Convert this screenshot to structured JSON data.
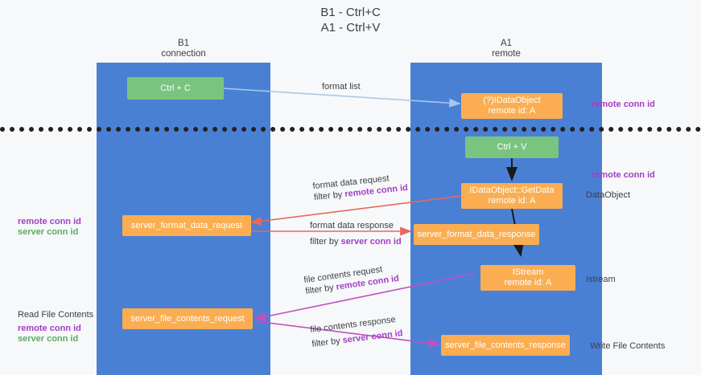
{
  "title": {
    "line1": "B1 - Ctrl+C",
    "line2": "A1 - Ctrl+V"
  },
  "columns": [
    {
      "name": "B1",
      "role": "connection"
    },
    {
      "name": "A1",
      "role": "remote"
    }
  ],
  "nodes": {
    "ctrl_c": "Ctrl + C",
    "ctrl_v": "Ctrl + V",
    "idataobject_l1": "(?)IDataObject",
    "idataobject_l2": "remote id: A",
    "getdata_l1": "IDataObject::GetData",
    "getdata_l2": "remote id: A",
    "istream_l1": "IStream",
    "istream_l2": "remote id: A",
    "server_format_data_request": "server_format_data_request",
    "server_format_data_response": "server_format_data_response",
    "server_file_contents_request": "server_file_contents_request",
    "server_file_contents_response": "server_file_contents_response"
  },
  "edge_labels": {
    "format_list": "format list",
    "format_data_request": "format data request",
    "format_data_request_filter_prefix": "filter by ",
    "format_data_request_filter_key": "remote conn id",
    "format_data_response": "format data response",
    "format_data_response_filter_prefix": "filter by ",
    "format_data_response_filter_key": "server conn id",
    "file_contents_request": "file contents request",
    "file_contents_request_filter_prefix": "filter by ",
    "file_contents_request_filter_key": "remote conn id",
    "file_contents_response": "file contents response",
    "file_contents_response_filter_prefix": "filter by ",
    "file_contents_response_filter_key": "server conn id"
  },
  "side_labels": {
    "right_remote_conn_id_top": "remote conn id",
    "right_remote_conn_id_mid": "remote conn id",
    "right_dataobject": "DataObject",
    "right_istream": "Istream",
    "right_write_file_contents": "Write File Contents",
    "left_remote_conn_id_mid": "remote conn id",
    "left_server_conn_id_mid": "server conn id",
    "left_read_file_contents": "Read File Contents",
    "left_remote_conn_id_bot": "remote conn id",
    "left_server_conn_id_bot": "server conn id"
  },
  "colors": {
    "lane": "#4a80d4",
    "node_orange": "#fbae51",
    "node_green": "#7ac47f",
    "background": "#f7f8f9",
    "divider": "#222222",
    "key_remote": "#a13fc4",
    "key_server": "#5cab62",
    "arrow_format_list": "#a5c8ec",
    "arrow_format_data": "#e8685a",
    "arrow_file_contents": "#c050c0",
    "arrow_internal": "#1a1a1a"
  }
}
